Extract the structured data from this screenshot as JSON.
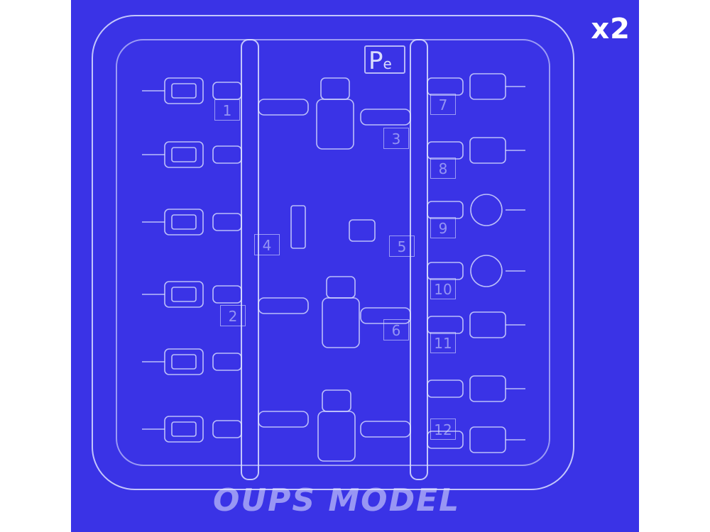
{
  "image": {
    "quantity_label": "x2",
    "sprue_letter": "P",
    "sprue_letter_suffix": "e",
    "brand_watermark": "OUPS MODEL",
    "part_tags": [
      "1",
      "2",
      "3",
      "4",
      "5",
      "6",
      "7",
      "8",
      "9",
      "10",
      "11",
      "12"
    ],
    "colors": {
      "background": "#3a33e6",
      "plastic": "#c9ccff",
      "text": "#ffffff"
    }
  }
}
